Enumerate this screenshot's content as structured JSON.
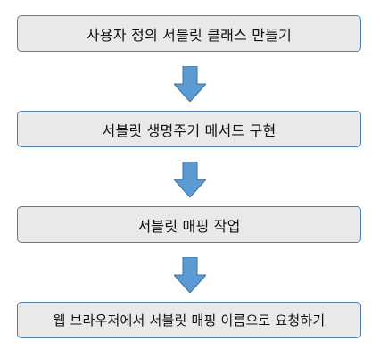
{
  "flow": {
    "steps": [
      {
        "label": "사용자 정의 서블릿 클래스 만들기"
      },
      {
        "label": "서블릿 생명주기 메서드 구현"
      },
      {
        "label": "서블릿 매핑 작업"
      },
      {
        "label": "웹 브라우저에서 서블릿 매핑 이름으로 요청하기"
      }
    ],
    "colors": {
      "box_fill": "#e9e9e9",
      "box_border": "#4a7fb3",
      "arrow_fill": "#5b9bd5",
      "arrow_stroke": "#41719c"
    }
  }
}
